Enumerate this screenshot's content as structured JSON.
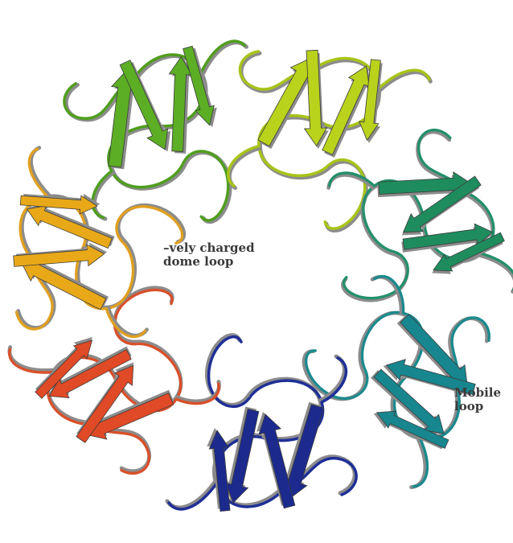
{
  "annotations": {
    "dome_loop": [
      "–vely charged",
      "dome loop"
    ],
    "mobile_loop": [
      "Mobile",
      "loop"
    ]
  },
  "subunits": [
    {
      "id": "subunit-1",
      "color": "#4f9e1e",
      "strand_color": "#5cae24"
    },
    {
      "id": "subunit-2",
      "color": "#a8c418",
      "strand_color": "#b9d21c"
    },
    {
      "id": "subunit-3",
      "color": "#23906a",
      "strand_color": "#1f8c5e"
    },
    {
      "id": "subunit-4",
      "color": "#1a8a8e",
      "strand_color": "#17868f"
    },
    {
      "id": "subunit-5",
      "color": "#1f2f96",
      "strand_color": "#1c2a8e"
    },
    {
      "id": "subunit-6",
      "color": "#d8502a",
      "strand_color": "#e04a26"
    },
    {
      "id": "subunit-7",
      "color": "#e0a020",
      "strand_color": "#e8a818"
    }
  ],
  "colors": {
    "shadow": "#8c8c8c",
    "background": "#ffffff"
  }
}
